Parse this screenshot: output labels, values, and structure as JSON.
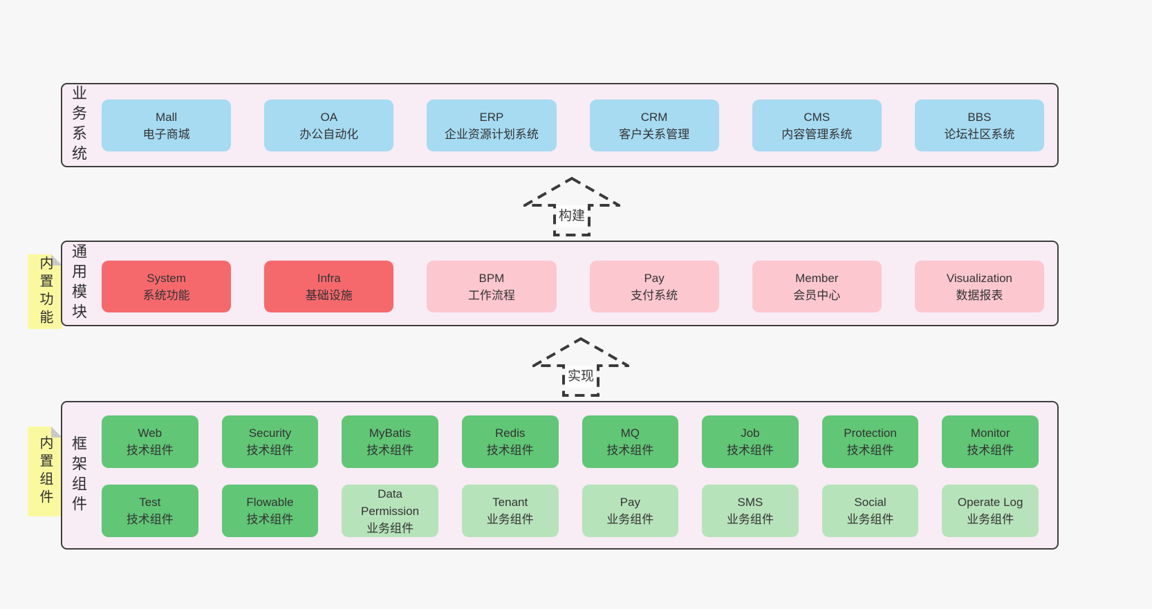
{
  "palette": {
    "page_bg": "#f7f7f7",
    "layer_bg": "#f8ecf5",
    "layer_border": "#3d3d3d",
    "blue": "#a6dbf2",
    "red": "#f5696d",
    "pink": "#fdc7d0",
    "green_dark": "#61c676",
    "green_light": "#b7e3bb",
    "sticky_yellow": "#fbf9a0",
    "sticky_fold": "#c9c9c9",
    "text": "#353535"
  },
  "layers": [
    {
      "label": "业务系统",
      "boxes": [
        {
          "name": "Mall",
          "desc": "电子商城"
        },
        {
          "name": "OA",
          "desc": "办公自动化"
        },
        {
          "name": "ERP",
          "desc": "企业资源计划系统"
        },
        {
          "name": "CRM",
          "desc": "客户关系管理"
        },
        {
          "name": "CMS",
          "desc": "内容管理系统"
        },
        {
          "name": "BBS",
          "desc": "论坛社区系统"
        }
      ]
    },
    {
      "label": "通用模块",
      "note": "内置功能",
      "boxes": [
        {
          "name": "System",
          "desc": "系统功能"
        },
        {
          "name": "Infra",
          "desc": "基础设施"
        },
        {
          "name": "BPM",
          "desc": "工作流程"
        },
        {
          "name": "Pay",
          "desc": "支付系统"
        },
        {
          "name": "Member",
          "desc": "会员中心"
        },
        {
          "name": "Visualization",
          "desc": "数据报表"
        }
      ]
    },
    {
      "label": "框架组件",
      "note": "内置组件",
      "row1": [
        {
          "name": "Web",
          "desc": "技术组件"
        },
        {
          "name": "Security",
          "desc": "技术组件"
        },
        {
          "name": "MyBatis",
          "desc": "技术组件"
        },
        {
          "name": "Redis",
          "desc": "技术组件"
        },
        {
          "name": "MQ",
          "desc": "技术组件"
        },
        {
          "name": "Job",
          "desc": "技术组件"
        },
        {
          "name": "Protection",
          "desc": "技术组件"
        },
        {
          "name": "Monitor",
          "desc": "技术组件"
        }
      ],
      "row2": [
        {
          "name": "Test",
          "desc": "技术组件"
        },
        {
          "name": "Flowable",
          "desc": "技术组件"
        },
        {
          "name": "Data Permission",
          "desc": "业务组件"
        },
        {
          "name": "Tenant",
          "desc": "业务组件"
        },
        {
          "name": "Pay",
          "desc": "业务组件"
        },
        {
          "name": "SMS",
          "desc": "业务组件"
        },
        {
          "name": "Social",
          "desc": "业务组件"
        },
        {
          "name": "Operate Log",
          "desc": "业务组件"
        }
      ]
    }
  ],
  "arrows": [
    {
      "label": "构建"
    },
    {
      "label": "实现"
    }
  ]
}
